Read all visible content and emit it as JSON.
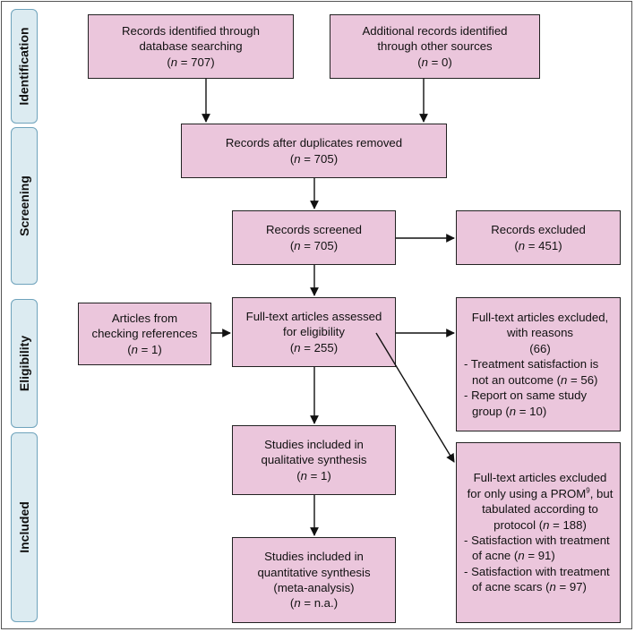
{
  "stages": {
    "identification": "Identification",
    "screening": "Screening",
    "eligibility": "Eligibility",
    "included": "Included"
  },
  "boxes": {
    "database": {
      "line1": "Records identified through",
      "line2": "database searching",
      "n": "707"
    },
    "other_sources": {
      "line1": "Additional records identified",
      "line2": "through other sources",
      "n": "0"
    },
    "after_duplicates": {
      "line1": "Records after duplicates removed",
      "n": "705"
    },
    "screened": {
      "line1": "Records screened",
      "n": "705"
    },
    "excluded": {
      "line1": "Records excluded",
      "n": "451"
    },
    "references": {
      "line1": "Articles from",
      "line2": "checking references",
      "n": "1"
    },
    "fulltext": {
      "line1": "Full-text articles assessed",
      "line2": "for eligibility",
      "n": "255"
    },
    "fulltext_excluded": {
      "line1": "Full-text articles excluded,",
      "line2": "with reasons",
      "n": "66",
      "reasons": [
        {
          "text": "Treatment satisfaction is not an outcome",
          "n": "56"
        },
        {
          "text": "Report on same study group",
          "n": "10"
        }
      ]
    },
    "qualitative": {
      "line1": "Studies included in",
      "line2": "qualitative synthesis",
      "n": "1"
    },
    "quantitative": {
      "line1": "Studies included in",
      "line2": "quantitative synthesis",
      "line3": "(meta-analysis)",
      "n": "n.a."
    },
    "prom_excluded": {
      "line1": "Full-text articles excluded",
      "line2a": "for only using a PROM",
      "sup": "9",
      "line2b": ", but",
      "line3": "tabulated according to",
      "line4": "protocol",
      "n": "188",
      "reasons": [
        {
          "text": "Satisfaction with treatment of acne",
          "n": "91"
        },
        {
          "text": "Satisfaction with treatment of acne scars",
          "n": "97"
        }
      ]
    }
  }
}
